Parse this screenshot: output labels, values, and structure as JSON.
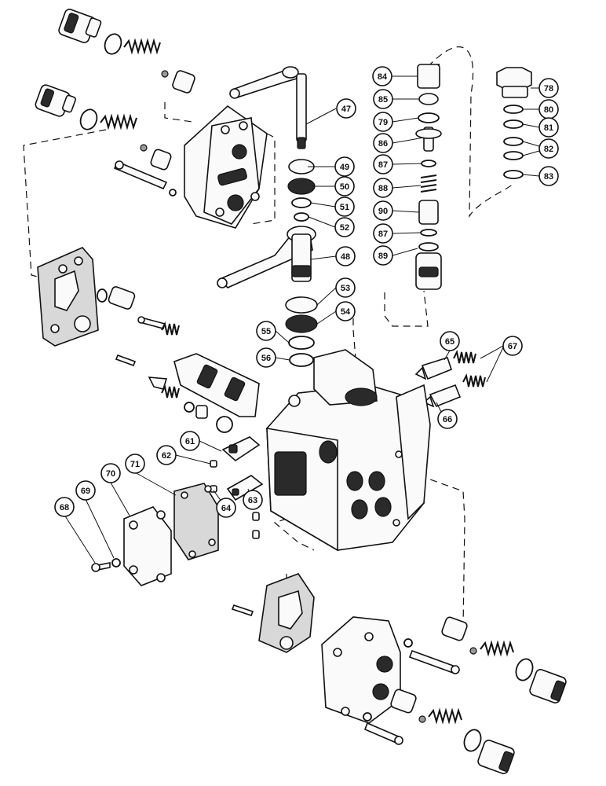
{
  "callouts": [
    {
      "id": "c47",
      "label": "47"
    },
    {
      "id": "c48",
      "label": "48"
    },
    {
      "id": "c49",
      "label": "49"
    },
    {
      "id": "c50",
      "label": "50"
    },
    {
      "id": "c51",
      "label": "51"
    },
    {
      "id": "c52",
      "label": "52"
    },
    {
      "id": "c53",
      "label": "53"
    },
    {
      "id": "c54",
      "label": "54"
    },
    {
      "id": "c55",
      "label": "55"
    },
    {
      "id": "c56",
      "label": "56"
    },
    {
      "id": "c61",
      "label": "61"
    },
    {
      "id": "c62",
      "label": "62"
    },
    {
      "id": "c63",
      "label": "63"
    },
    {
      "id": "c64",
      "label": "64"
    },
    {
      "id": "c65",
      "label": "65"
    },
    {
      "id": "c66",
      "label": "66"
    },
    {
      "id": "c67",
      "label": "67"
    },
    {
      "id": "c68",
      "label": "68"
    },
    {
      "id": "c69",
      "label": "69"
    },
    {
      "id": "c70",
      "label": "70"
    },
    {
      "id": "c71",
      "label": "71"
    },
    {
      "id": "c78",
      "label": "78"
    },
    {
      "id": "c79",
      "label": "79"
    },
    {
      "id": "c80",
      "label": "80"
    },
    {
      "id": "c81",
      "label": "81"
    },
    {
      "id": "c82",
      "label": "82"
    },
    {
      "id": "c83",
      "label": "83"
    },
    {
      "id": "c84",
      "label": "84"
    },
    {
      "id": "c85",
      "label": "85"
    },
    {
      "id": "c86",
      "label": "86"
    },
    {
      "id": "c87a",
      "label": "87"
    },
    {
      "id": "c87b",
      "label": "87"
    },
    {
      "id": "c88",
      "label": "88"
    },
    {
      "id": "c89",
      "label": "89"
    },
    {
      "id": "c90",
      "label": "90"
    }
  ]
}
